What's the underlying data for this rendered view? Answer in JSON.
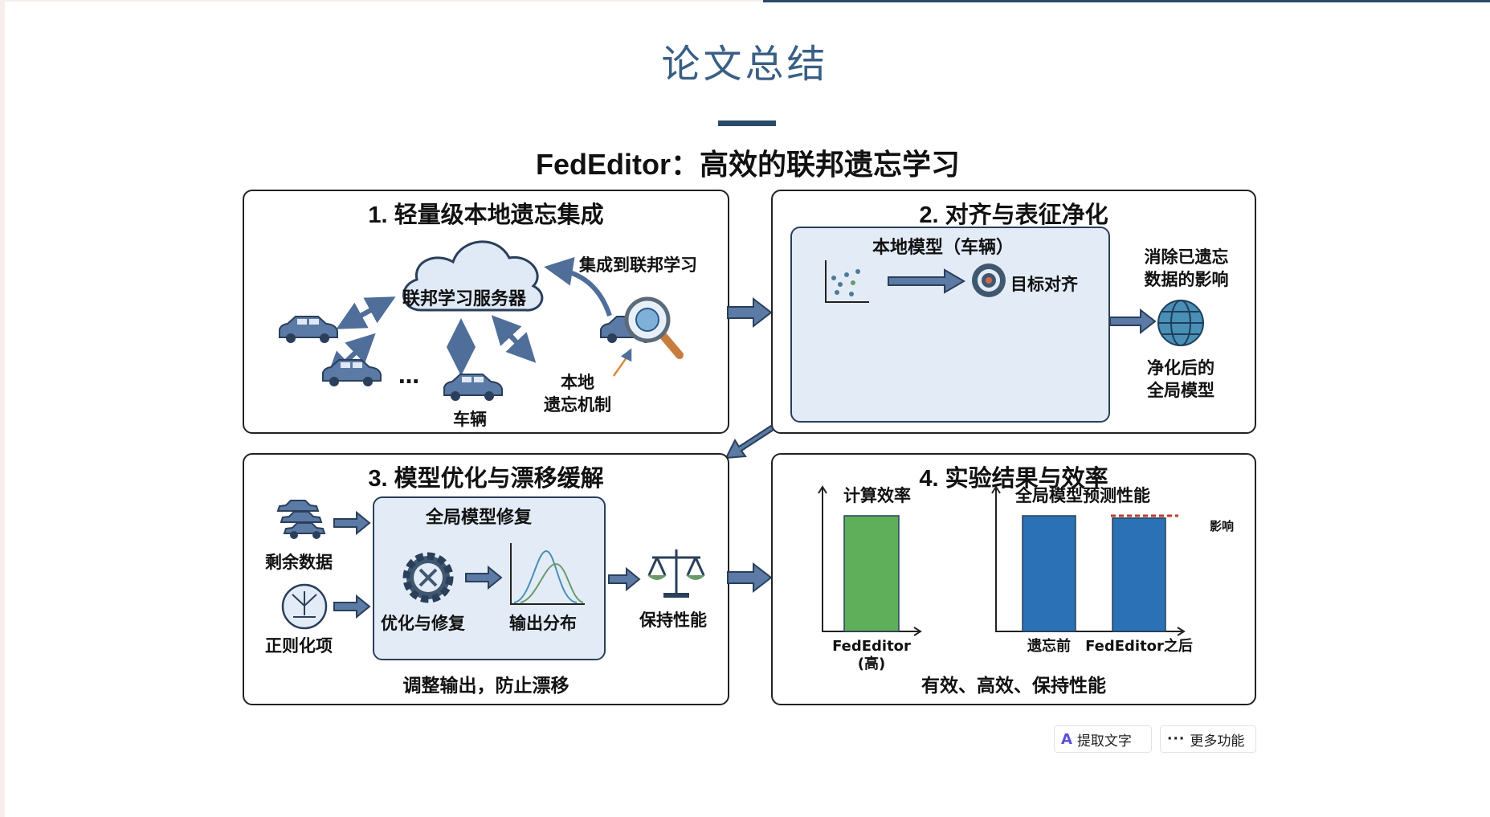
{
  "page_title": "论文总结",
  "figure": {
    "title": "FedEditor：高效的联邦遗忘学习",
    "panel1": {
      "title": "1. 轻量级本地遗忘集成",
      "server": "联邦学习服务器",
      "integrate": "集成到联邦学习",
      "dots": "…",
      "vehicle": "车辆",
      "mechanism_line1": "本地",
      "mechanism_line2": "遗忘机制"
    },
    "panel2": {
      "title": "2. 对齐与表征净化",
      "local_model": "本地模型（车辆）",
      "target_align": "目标对齐",
      "remove_line1": "消除已遗忘",
      "remove_line2": "数据的影响",
      "purified_line1": "净化后的",
      "purified_line2": "全局模型"
    },
    "panel3": {
      "title": "3. 模型优化与漂移缓解",
      "remaining_data": "剩余数据",
      "regularization": "正则化项",
      "global_repair": "全局模型修复",
      "optimize_repair": "优化与修复",
      "output_dist": "输出分布",
      "keep_perf": "保持性能",
      "footer": "调整输出，防止漂移"
    },
    "panel4": {
      "title": "4. 实验结果与效率",
      "footer": "有效、高效、保持性能"
    }
  },
  "chart_data": [
    {
      "type": "bar",
      "title": "计算效率",
      "categories": [
        "FedEditor\n(高)"
      ],
      "category_lines": [
        [
          "FedEditor",
          "(高)"
        ]
      ],
      "values": [
        1.0
      ],
      "colors": [
        "#5fae5a"
      ]
    },
    {
      "type": "bar",
      "title": "全局模型预测性能",
      "categories": [
        "遗忘前",
        "FedEditor之后"
      ],
      "values": [
        1.0,
        0.98
      ],
      "reference_line": 1.0,
      "annotation": "影响",
      "colors": [
        "#2a72b5",
        "#2a72b5"
      ]
    }
  ],
  "toolbar": {
    "extract_text": "提取文字",
    "more": "更多功能"
  },
  "colors": {
    "accent": "#2b4a6a",
    "title": "#3a5f85",
    "arrow": "#5b7aa5",
    "car": "#5b7aa5",
    "inner_bg": "#e3ecf6",
    "bar_green": "#5fae5a",
    "bar_blue": "#2a72b5"
  }
}
